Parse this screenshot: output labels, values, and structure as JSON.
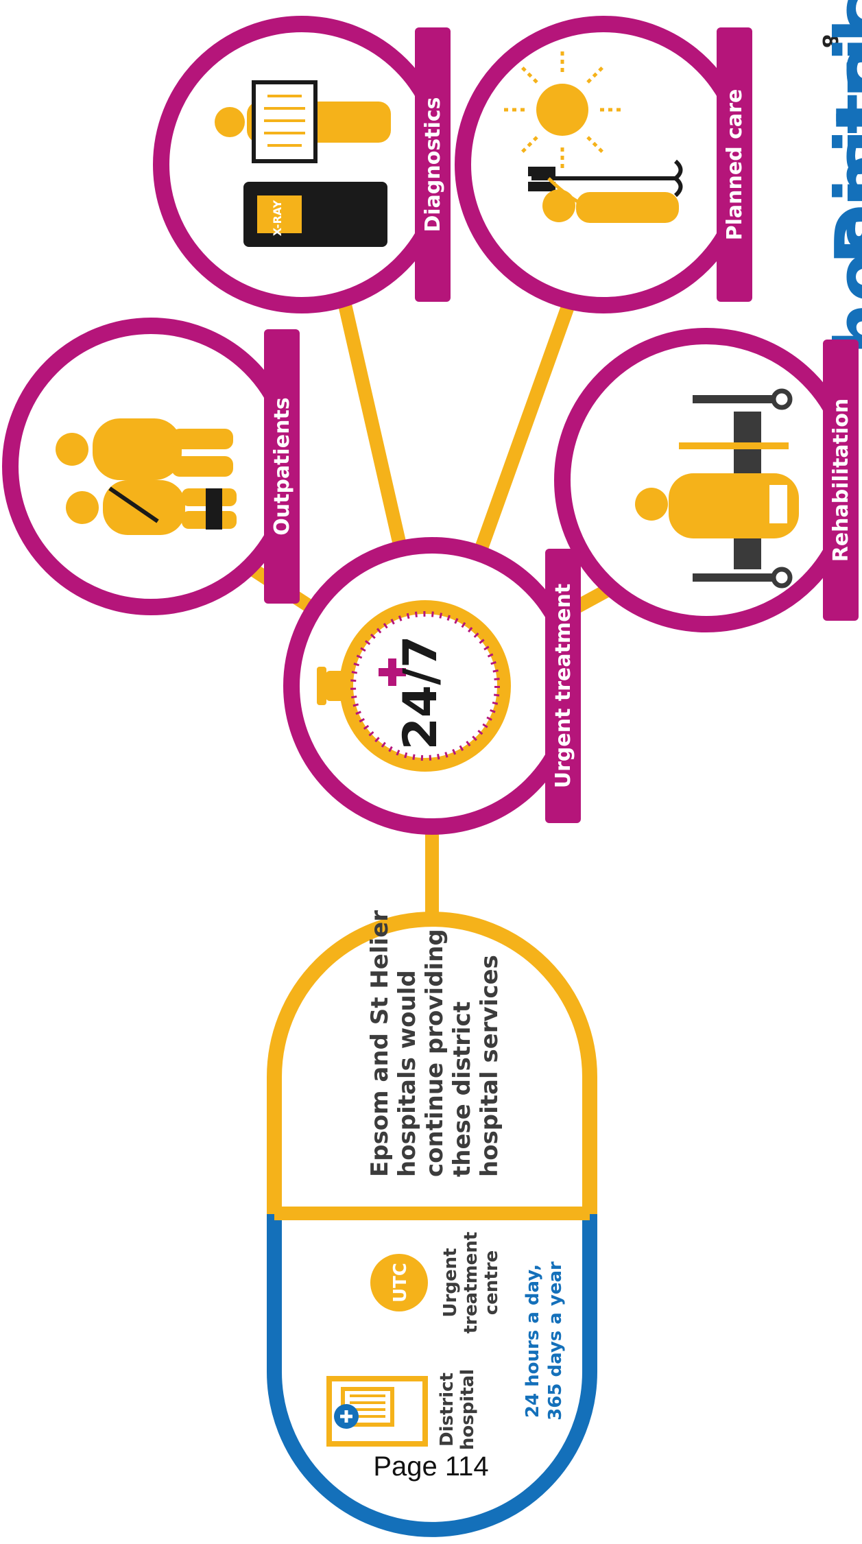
{
  "page_number": "8",
  "title": {
    "line1": "District",
    "line2": "hospital"
  },
  "services": {
    "outpatients": "Outpatients",
    "diagnostics": "Diagnostics",
    "xray_label": "X-RAY",
    "planned_care": "Planned care",
    "urgent_treatment": "Urgent treatment",
    "clock_text": "24/7",
    "rehabilitation": "Rehabilitation"
  },
  "pill": {
    "statement_lines": [
      "Epsom and St Helier",
      "hospitals would",
      "continue providing",
      "these district",
      "hospital services"
    ],
    "utc_badge": "UTC",
    "utc_caption_lines": [
      "Urgent",
      "treatment",
      "centre"
    ],
    "district_caption_lines": [
      "District",
      "hospital"
    ],
    "hours_lines": [
      "24 hours a day,",
      "365 days a year"
    ]
  },
  "footer": {
    "page_label": "Page 114"
  },
  "colors": {
    "magenta": "#B5157A",
    "amber": "#F5B21A",
    "blue": "#1470BA",
    "dark": "#1A1A1A"
  }
}
